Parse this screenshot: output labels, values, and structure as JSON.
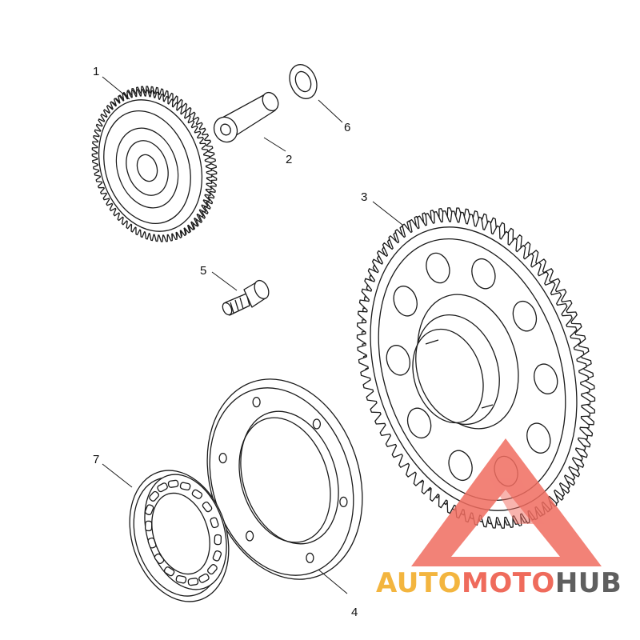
{
  "callouts": [
    {
      "id": "1",
      "label": "1"
    },
    {
      "id": "2",
      "label": "2"
    },
    {
      "id": "3",
      "label": "3"
    },
    {
      "id": "4",
      "label": "4"
    },
    {
      "id": "5",
      "label": "5"
    },
    {
      "id": "6",
      "label": "6"
    },
    {
      "id": "7",
      "label": "7"
    }
  ],
  "watermark": {
    "part1": "AUTO",
    "part2": "MOTO",
    "part3": "HUB",
    "colors": {
      "part1": "#f3b53f",
      "part2": "#ef6b5c",
      "part3": "#5f5f5f",
      "triangle": "#f06d60"
    }
  }
}
